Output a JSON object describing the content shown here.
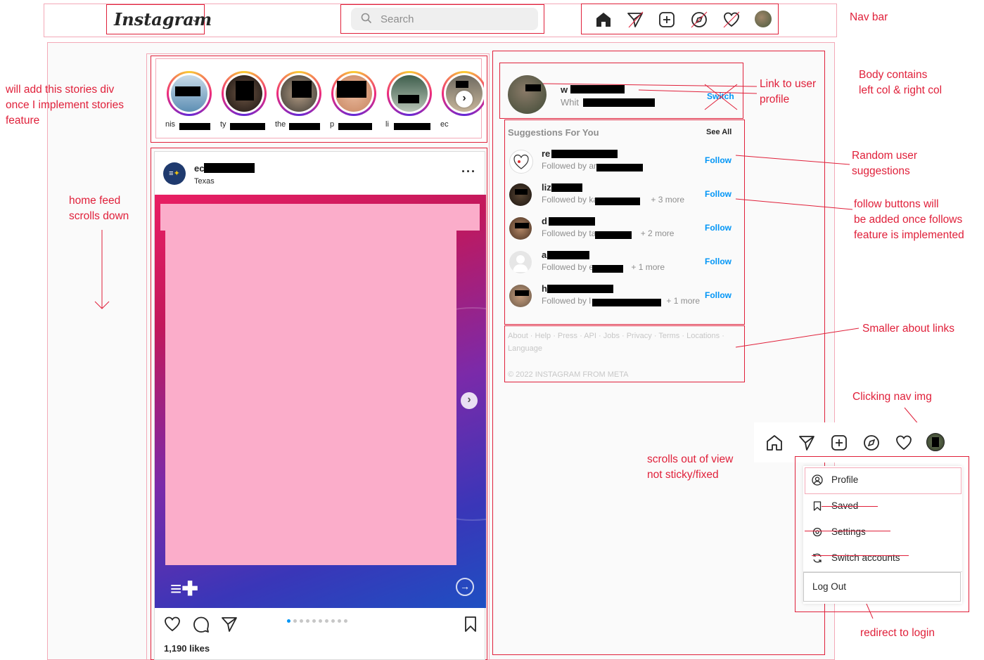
{
  "navbar": {
    "logo": "Instagram",
    "search_placeholder": "Search",
    "icons": [
      "home-icon",
      "direct-send-icon",
      "new-post-icon",
      "explore-compass-icon",
      "activity-heart-icon",
      "profile-avatar"
    ]
  },
  "stories": {
    "names": [
      "nis",
      "ty",
      "the",
      "p",
      "li",
      "ec"
    ]
  },
  "post": {
    "username": "ec",
    "location": "Texas",
    "likes": "1,190 likes",
    "carousel_dots": 10,
    "active_dot": 0
  },
  "right_col": {
    "profile_username": "w",
    "profile_fullname": "Whit",
    "switch_label": "Switch",
    "suggestions_title": "Suggestions For You",
    "see_all": "See All",
    "suggestions": [
      {
        "name": "re",
        "followed_by": "Followed by an",
        "more": ""
      },
      {
        "name": "liz",
        "followed_by": "Followed by ka",
        "more": "+ 3 more"
      },
      {
        "name": "d",
        "followed_by": "Followed by ta",
        "more": "+ 2 more"
      },
      {
        "name": "a",
        "followed_by": "Followed by e",
        "more": "+ 1 more"
      },
      {
        "name": "h",
        "followed_by": "Followed by l",
        "more": "+ 1 more"
      }
    ],
    "follow_label": "Follow",
    "footer_links_line1": "About · Help · Press · API · Jobs · Privacy · Terms · Locations ·",
    "footer_links_line2": "Language",
    "copyright": "© 2022 INSTAGRAM FROM META"
  },
  "dropdown": {
    "items": [
      {
        "label": "Profile",
        "icon": "user-circle-icon"
      },
      {
        "label": "Saved",
        "icon": "bookmark-icon"
      },
      {
        "label": "Settings",
        "icon": "settings-gear-icon"
      },
      {
        "label": "Switch accounts",
        "icon": "switch-arrows-icon"
      }
    ],
    "logout": "Log Out"
  },
  "annotations": {
    "nav_bar": "Nav bar",
    "stories_note": [
      "will add this stories div",
      "once I implement stories",
      "feature"
    ],
    "feed_note": [
      "home feed",
      "scrolls down"
    ],
    "body_note": [
      "Body contains",
      "left col & right col"
    ],
    "link_note": [
      "Link to user",
      "profile"
    ],
    "random_note": [
      "Random user",
      "suggestions"
    ],
    "follow_note": [
      "follow buttons will",
      "be added once follows",
      "feature is implemented"
    ],
    "about_note": "Smaller about links",
    "clicking_note": "Clicking nav img",
    "scroll_note": [
      "scrolls out of view",
      "not sticky/fixed"
    ],
    "redirect_note": "redirect to login"
  },
  "colors": {
    "annotation_red": "#e0203a",
    "follow_blue": "#0095f6",
    "pink_placeholder": "#fbadca"
  }
}
